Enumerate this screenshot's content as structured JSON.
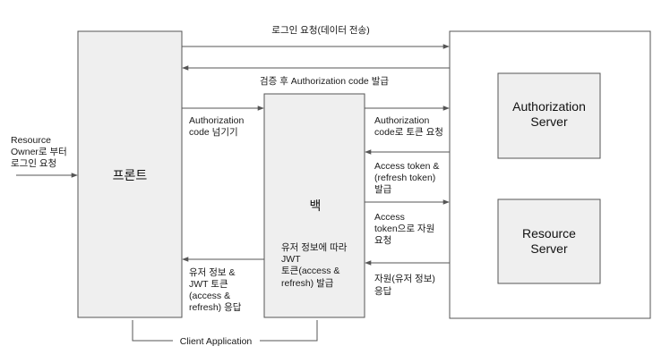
{
  "diagram": {
    "resource_owner_label": [
      "Resource",
      "Owner로 부터",
      "로그인 요청"
    ],
    "front_box": {
      "label": "프론트"
    },
    "back_box": {
      "label": "백",
      "note": [
        "유저 정보에 따라",
        "JWT",
        "토큰(access &",
        "refresh) 발급"
      ]
    },
    "auth_server": {
      "label": [
        "Authorization",
        "Server"
      ]
    },
    "resource_server": {
      "label": [
        "Resource",
        "Server"
      ]
    },
    "client_application": "Client Application",
    "arrows": {
      "login_request": "로그인 요청(데이터 전송)",
      "auth_code_issue": "검증 후 Authorization code 발급",
      "pass_auth_code": [
        "Authorization",
        "code 넘기기"
      ],
      "token_request": [
        "Authorization",
        "code로 토큰 요청"
      ],
      "token_issue": [
        "Access token &",
        "(refresh token)",
        "발급"
      ],
      "resource_request": [
        "Access",
        "token으로 자원",
        "요청"
      ],
      "resource_response": [
        "자원(유저 정보)",
        "응답"
      ],
      "jwt_response": [
        "유저 정보 &",
        "JWT 토큰",
        "(access &",
        "refresh) 응답"
      ]
    }
  },
  "colors": {
    "box_fill": "#efefef",
    "stroke": "#555555",
    "text": "#1a1a1a"
  }
}
